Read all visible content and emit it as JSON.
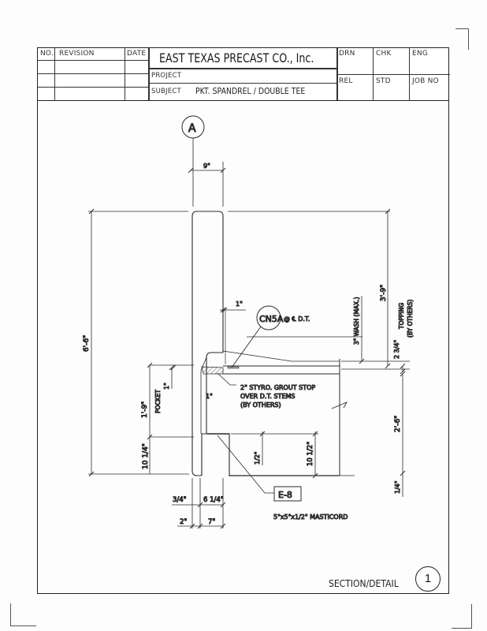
{
  "title_block": {
    "revision_table": {
      "headers": {
        "no": "NO.",
        "revision": "REVISION",
        "date": "DATE"
      },
      "rows": [
        {
          "no": "",
          "revision": "",
          "date": ""
        },
        {
          "no": "",
          "revision": "",
          "date": ""
        },
        {
          "no": "",
          "revision": "",
          "date": ""
        }
      ]
    },
    "company": "EAST TEXAS PRECAST CO., Inc.",
    "project_label": "PROJECT",
    "project_value": "",
    "subject_label": "SUBJECT",
    "subject_value": "PKT. SPANDREL / DOUBLE TEE",
    "signoff": {
      "drn": "DRN",
      "chk": "CHK",
      "eng": "ENG",
      "rel": "REL",
      "std": "STD",
      "job_no": "JOB NO"
    }
  },
  "drawing": {
    "grid_bubble": "A",
    "dimensions": {
      "top_width": "9\"",
      "overall_height": "6'-6\"",
      "pocket_height": "1'-9\"",
      "pocket_label": "POCKET",
      "pocket_top_offset": "1\"",
      "bottom_ledge": "10 1/4\"",
      "plate_offset": "1\"",
      "pocket_depth": "1\"",
      "wash": "3\" WASH (MAX.)",
      "upper_right": "3'-9\"",
      "topping_dim": "2 3/4\"",
      "topping_label_1": "TOPPING",
      "topping_label_2": "(BY OTHERS)",
      "lower_right": "2'-6\"",
      "bottom_right": "1/4\"",
      "bearing_half": "1/2\"",
      "bearing_height": "10 1/2\"",
      "bottom_3_4": "3/4\"",
      "bottom_6_1_4": "6 1/4\"",
      "bottom_2": "2\"",
      "bottom_7": "7\""
    },
    "callouts": {
      "connection_tag": "CN5A",
      "connection_note": "@ ℄ D.T.",
      "grout_stop_1": "2\" STYRO. GROUT STOP",
      "grout_stop_2": "OVER D.T. STEMS",
      "grout_stop_3": "(BY OTHERS)",
      "bearing_tag": "E-8",
      "bearing_note": "5\"x5\"x1/2\" MASTICORD"
    }
  },
  "sheet": {
    "label": "SECTION/DETAIL",
    "number": "1"
  }
}
